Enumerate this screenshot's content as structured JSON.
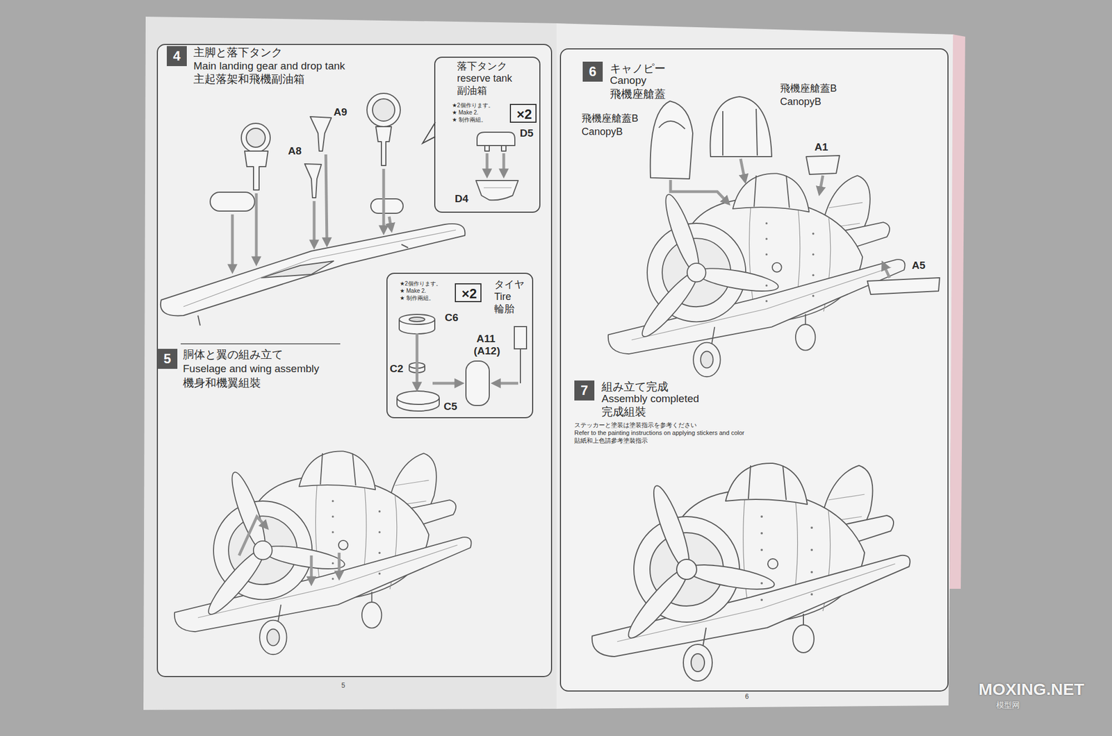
{
  "diagram": {
    "nodes": [
      {
        "text": [
          "4",
          "主脚と落下タンク",
          "Main landing gear and drop tank",
          "主起落架和飛機副油箱"
        ]
      },
      {
        "text": [
          "落下タンク",
          "reserve tank",
          "副油箱",
          "★2個作ります。",
          "★ Make 2.",
          "★ 制作兩組。"
        ]
      },
      {
        "text": [
          "×2"
        ],
        "in": 1
      },
      {
        "text": [
          "★2個作ります。",
          "★ Make 2.",
          "★ 制作兩組。",
          "タイヤ",
          "Tire",
          "輪胎"
        ]
      },
      {
        "text": [
          "×2"
        ],
        "in": 3
      },
      {
        "text": [
          "5",
          "胴体と翼の組み立て",
          "Fuselage and wing assembly",
          "機身和機翼組裝"
        ]
      },
      {
        "text": [
          "6",
          "キャノピー",
          "Canopy",
          "飛機座艙蓋"
        ]
      },
      {
        "text": [
          "7",
          "組み立て完成",
          "Assembly completed",
          "完成組裝",
          "ステッカーと塗装は塗装指示を参考ください",
          "Refer to the painting instructions on applying stickers and color",
          "貼紙和上色請參考塗裝指示"
        ]
      }
    ],
    "labels": [
      "A9",
      "A8",
      "D5",
      "D4",
      "C6",
      "C2",
      "C5",
      "A11",
      "(A12)",
      "5",
      "飛機座艙蓋B",
      "CanopyB",
      "飛機座艙蓋B",
      "CanopyB",
      "A1",
      "A5",
      "6",
      "MOXING.NET",
      "模型网"
    ]
  }
}
